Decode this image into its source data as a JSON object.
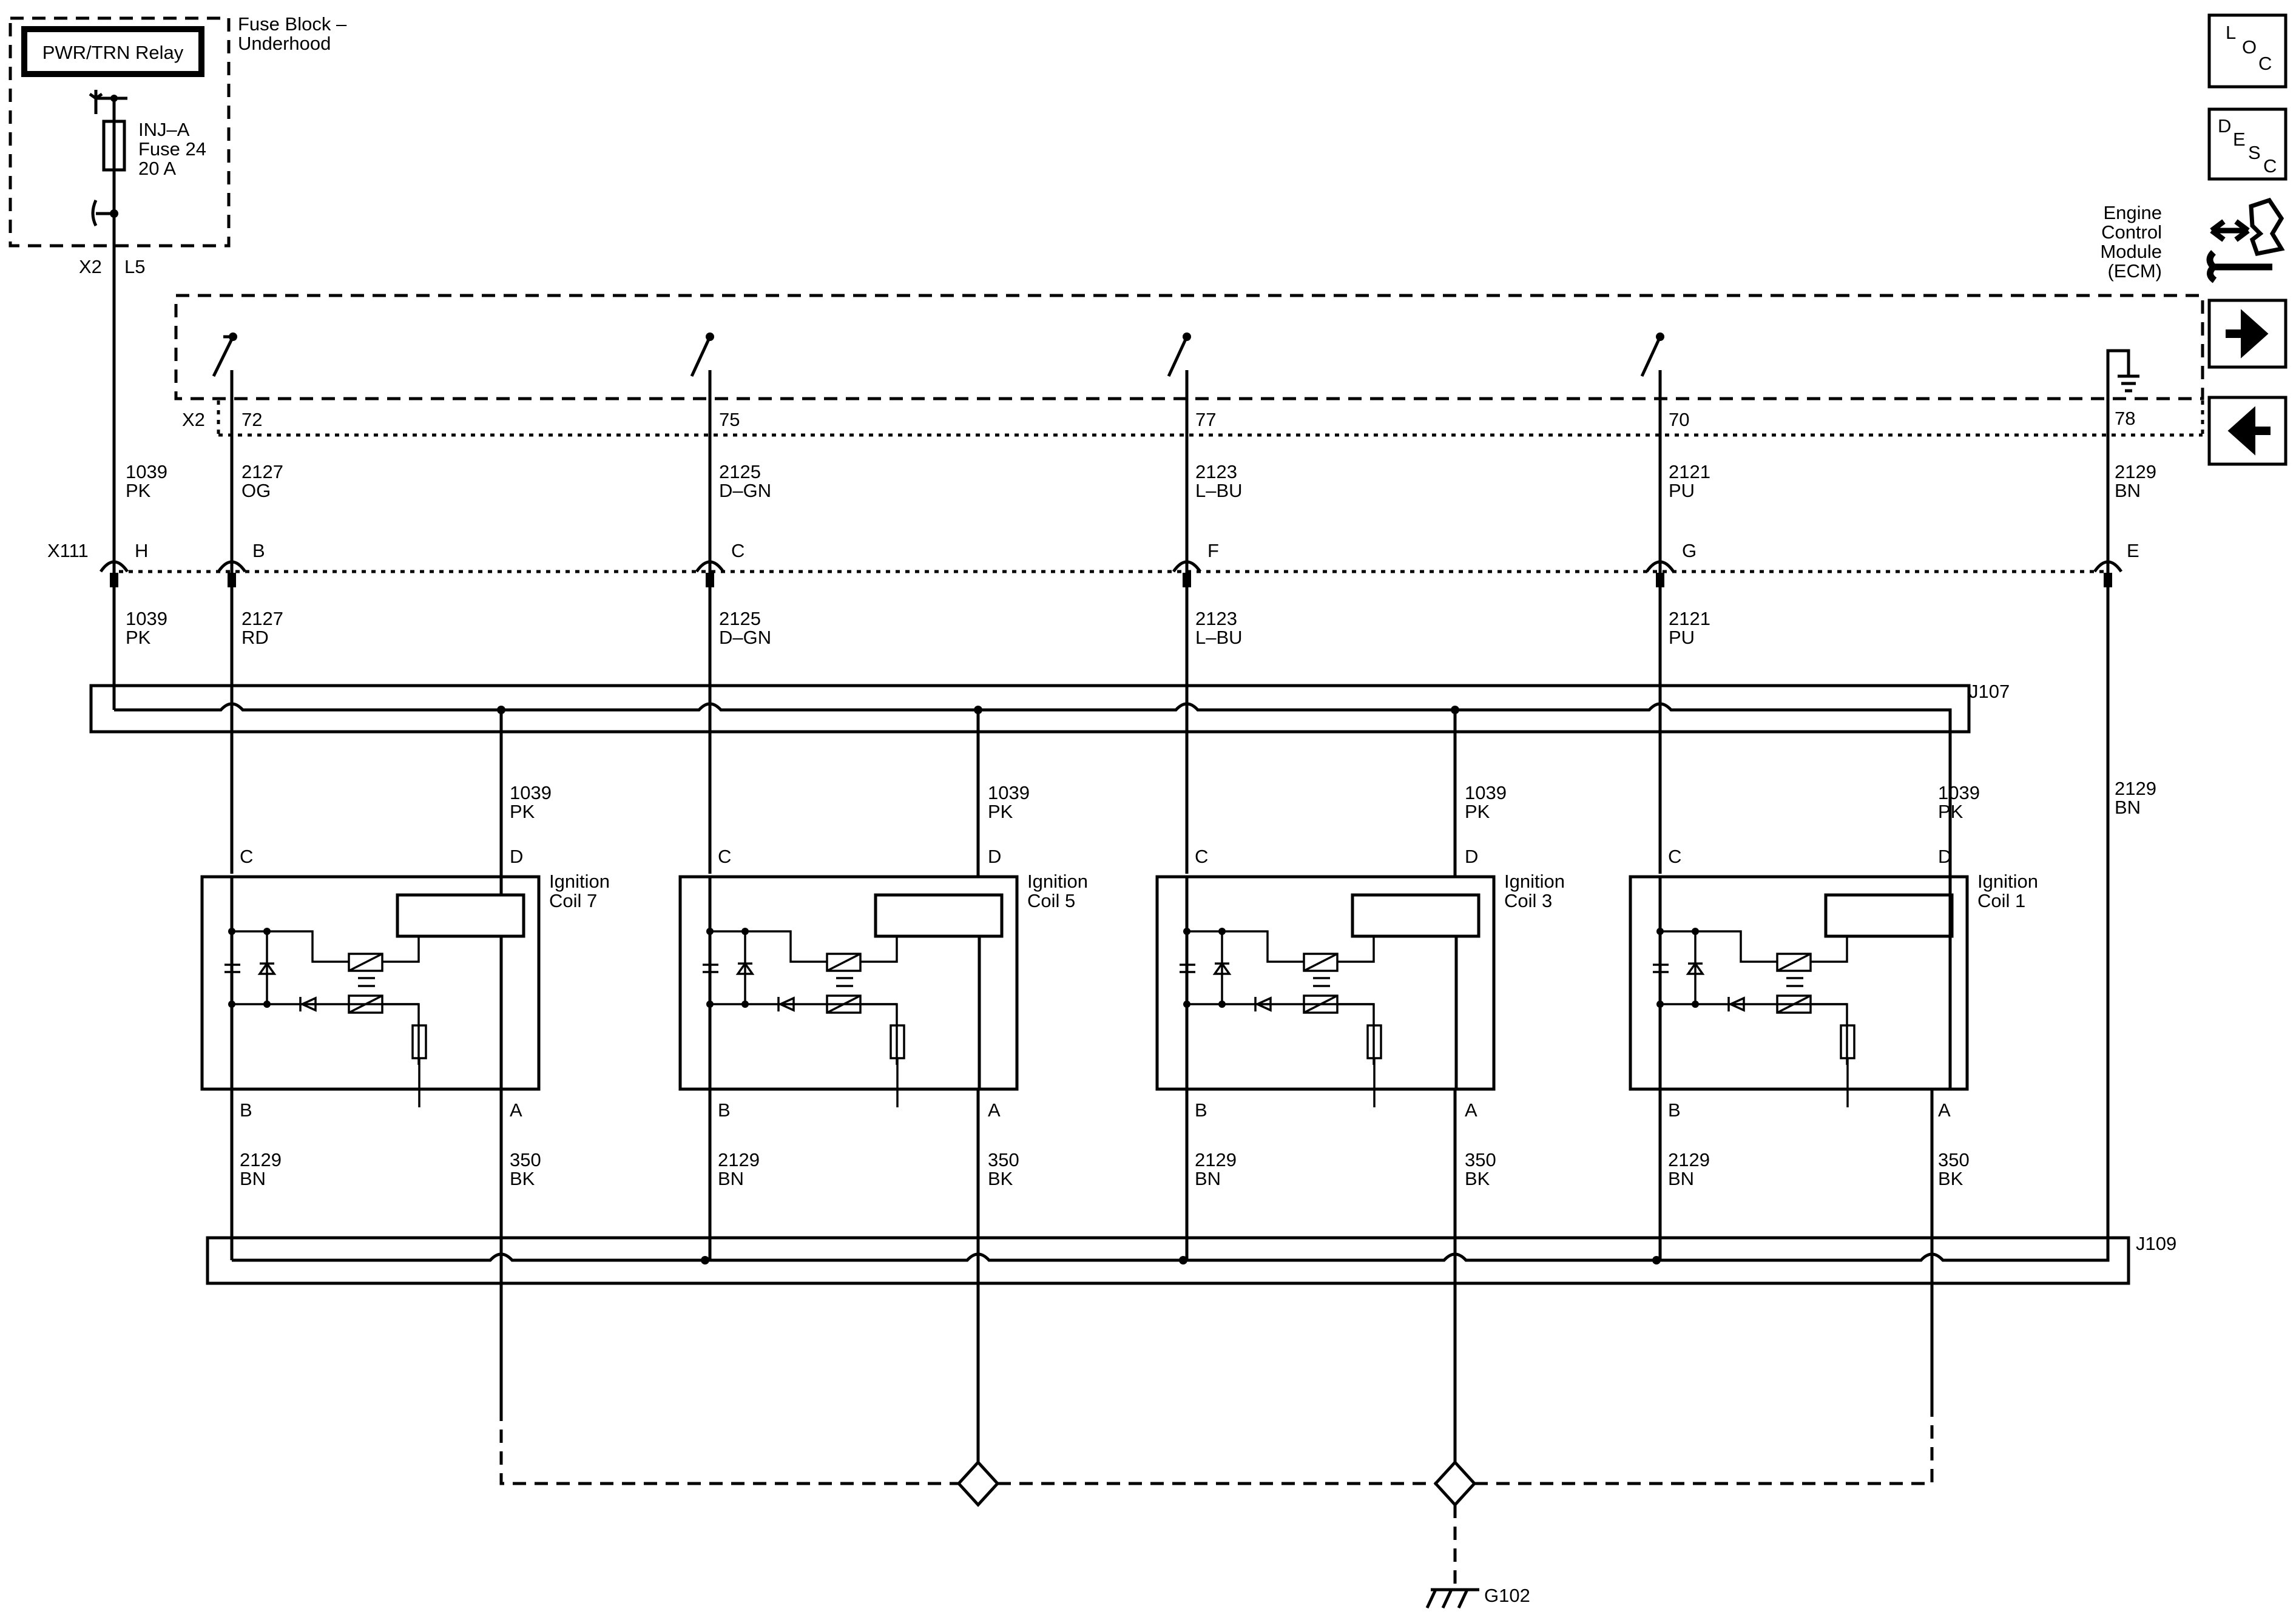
{
  "fuse_block": {
    "title_line1": "Fuse Block –",
    "title_line2": "Underhood",
    "relay_label": "PWR/TRN Relay",
    "fuse_line1": "INJ–A",
    "fuse_line2": "Fuse 24",
    "fuse_line3": "20 A",
    "connector": "X2",
    "pin": "L5"
  },
  "ecm": {
    "title_line1": "Engine",
    "title_line2": "Control",
    "title_line3": "Module",
    "title_line4": "(ECM)",
    "connector": "X2",
    "pins": [
      "72",
      "75",
      "77",
      "70",
      "78"
    ]
  },
  "inline_connector": {
    "name": "X111",
    "pins": [
      "H",
      "B",
      "C",
      "F",
      "G",
      "E"
    ]
  },
  "wires_upper": [
    {
      "circuit": "1039",
      "color": "PK"
    },
    {
      "circuit": "2127",
      "color": "OG"
    },
    {
      "circuit": "2125",
      "color": "D–GN"
    },
    {
      "circuit": "2123",
      "color": "L–BU"
    },
    {
      "circuit": "2121",
      "color": "PU"
    },
    {
      "circuit": "2129",
      "color": "BN"
    }
  ],
  "wires_lower": [
    {
      "circuit": "1039",
      "color": "PK"
    },
    {
      "circuit": "2127",
      "color": "RD"
    },
    {
      "circuit": "2125",
      "color": "D–GN"
    },
    {
      "circuit": "2123",
      "color": "L–BU"
    },
    {
      "circuit": "2121",
      "color": "PU"
    }
  ],
  "splice_j107": "J107",
  "splice_j109": "J109",
  "ground": "G102",
  "right_wire": {
    "circuit": "2129",
    "color": "BN"
  },
  "coils": [
    {
      "name_line1": "Ignition",
      "name_line2": "Coil 7",
      "pin_c": "C",
      "pin_d": "D",
      "pin_b": "B",
      "pin_a": "A",
      "d_circuit": "1039",
      "d_color": "PK",
      "b_circuit": "2129",
      "b_color": "BN",
      "a_circuit": "350",
      "a_color": "BK"
    },
    {
      "name_line1": "Ignition",
      "name_line2": "Coil 5",
      "pin_c": "C",
      "pin_d": "D",
      "pin_b": "B",
      "pin_a": "A",
      "d_circuit": "1039",
      "d_color": "PK",
      "b_circuit": "2129",
      "b_color": "BN",
      "a_circuit": "350",
      "a_color": "BK"
    },
    {
      "name_line1": "Ignition",
      "name_line2": "Coil 3",
      "pin_c": "C",
      "pin_d": "D",
      "pin_b": "B",
      "pin_a": "A",
      "d_circuit": "1039",
      "d_color": "PK",
      "b_circuit": "2129",
      "b_color": "BN",
      "a_circuit": "350",
      "a_color": "BK"
    },
    {
      "name_line1": "Ignition",
      "name_line2": "Coil 1",
      "pin_c": "C",
      "pin_d": "D",
      "pin_b": "B",
      "pin_a": "A",
      "d_circuit": "1039",
      "d_color": "PK",
      "b_circuit": "2129",
      "b_color": "BN",
      "a_circuit": "350",
      "a_color": "BK"
    }
  ],
  "nav": {
    "loc": {
      "l1": "L",
      "l2": "O",
      "l3": "C"
    },
    "desc": {
      "l1": "D",
      "l2": "E",
      "l3": "S",
      "l4": "C"
    },
    "icons": [
      "connector-repair-icon",
      "arrow-right-icon",
      "arrow-left-icon"
    ]
  }
}
